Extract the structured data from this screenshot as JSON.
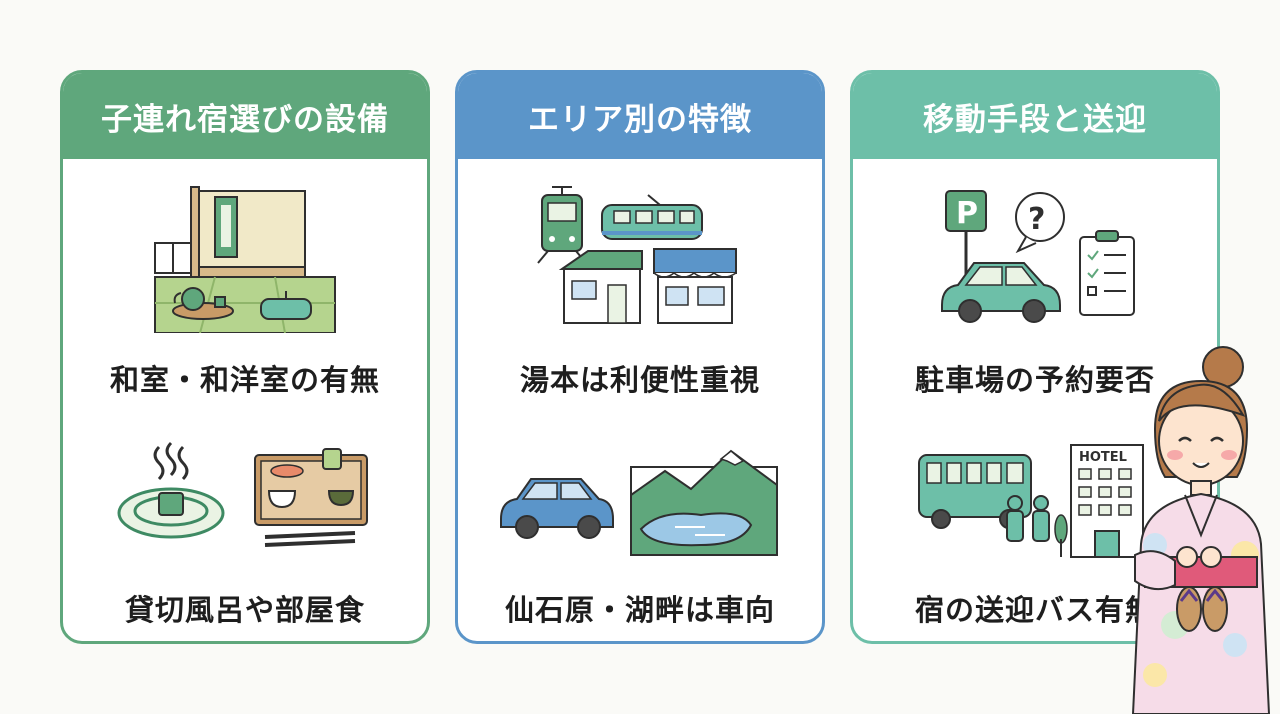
{
  "colors": {
    "green": "#5fa77c",
    "blue": "#5b95c9",
    "teal": "#6dbfa8"
  },
  "cards": [
    {
      "title": "子連れ宿選びの設備",
      "items": [
        {
          "label": "和室・和洋室の有無",
          "icon": "japanese-room-icon"
        },
        {
          "label": "貸切風呂や部屋食",
          "icon": "onsen-and-meal-icon"
        }
      ]
    },
    {
      "title": "エリア別の特徴",
      "items": [
        {
          "label": "湯本は利便性重視",
          "icon": "train-and-shops-icon"
        },
        {
          "label": "仙石原・湖畔は車向",
          "icon": "car-and-lake-icon"
        }
      ]
    },
    {
      "title": "移動手段と送迎",
      "items": [
        {
          "label": "駐車場の予約要否",
          "icon": "parking-question-icon"
        },
        {
          "label": "宿の送迎バス有無",
          "icon": "shuttle-bus-hotel-icon",
          "sign": "HOTEL"
        }
      ]
    }
  ]
}
